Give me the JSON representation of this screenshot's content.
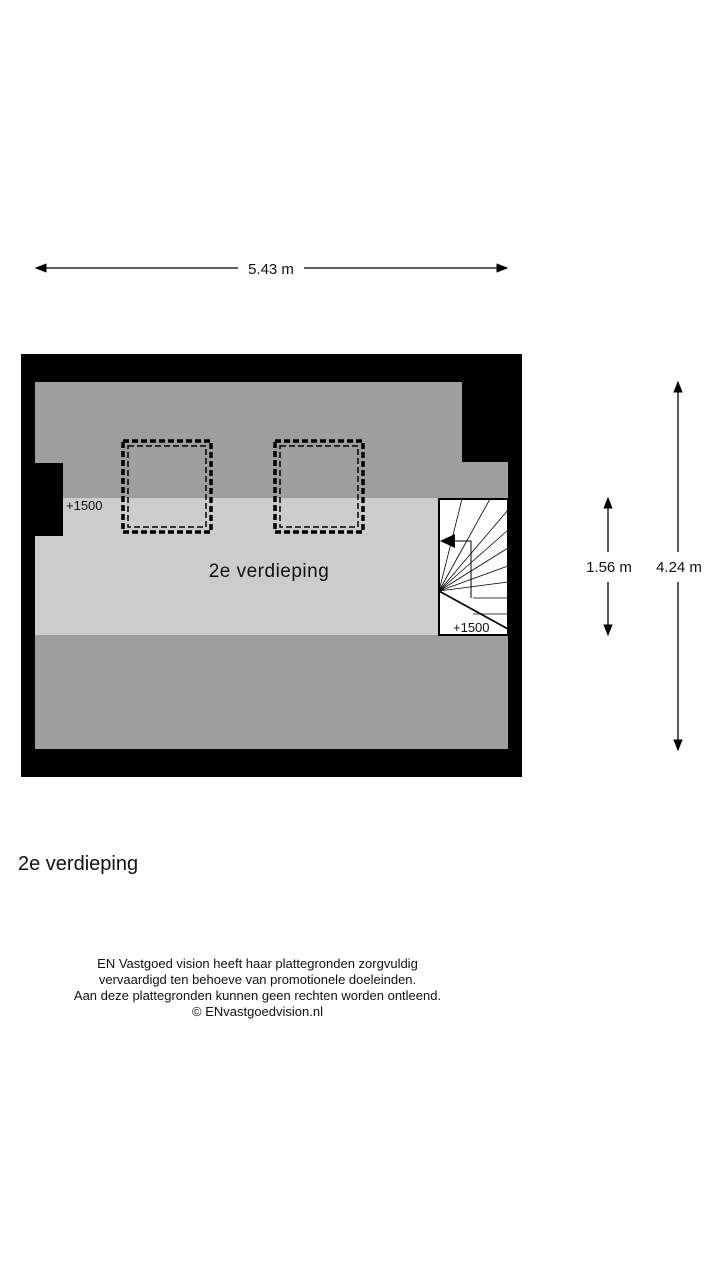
{
  "dimensions": {
    "width_label": "5.43 m",
    "height_label": "4.24 m",
    "inner_height_label": "1.56 m"
  },
  "room": {
    "name": "2e verdieping",
    "level_left": "+1500",
    "level_stair": "+1500"
  },
  "floor_title": "2e verdieping",
  "disclaimer": {
    "line1": "EN Vastgoed vision heeft haar plattegronden zorgvuldig",
    "line2": "vervaardigd ten behoeve van promotionele doeleinden.",
    "line3": "Aan deze plattegronden kunnen geen rechten worden ontleend.",
    "line4": "© ENvastgoedvision.nl"
  },
  "colors": {
    "wall": "#000000",
    "dark_floor": "#9e9e9e",
    "light_floor": "#cccccc",
    "stair": "#ffffff"
  }
}
